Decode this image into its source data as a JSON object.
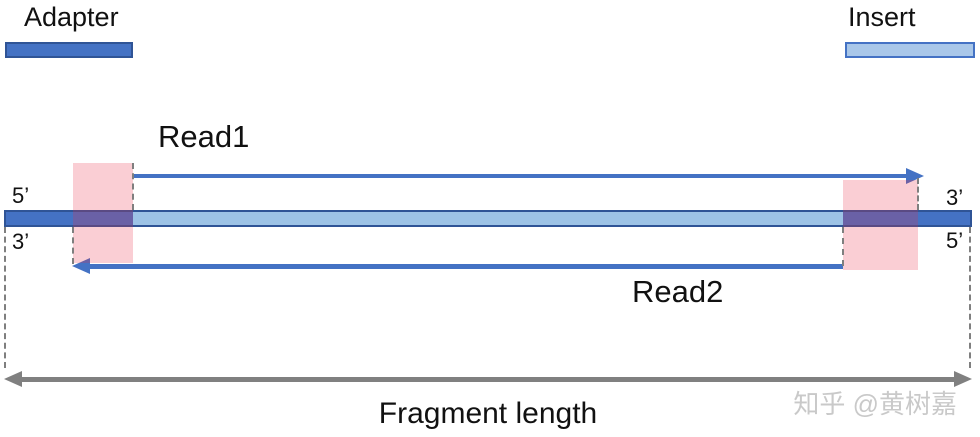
{
  "legend": {
    "adapter_label": "Adapter",
    "insert_label": "Insert"
  },
  "reads": {
    "read1_label": "Read1",
    "read2_label": "Read2"
  },
  "strand_ends": {
    "top_left": "5’",
    "bottom_left": "3’",
    "top_right": "3’",
    "bottom_right": "5’"
  },
  "fragment": {
    "label": "Fragment length"
  },
  "watermark": "知乎 @黄树嘉",
  "colors": {
    "adapter_fill": "#4472C4",
    "adapter_border": "#2F5496",
    "insert_fill": "#9DC3E6",
    "insert_swatch_fill": "#A9C7E9",
    "read_arrow": "#4472C4",
    "pink_overlap": "rgba(233,42,70,0.23)",
    "dashed_guides": "#7F7F7F",
    "fragment_arrow": "#808080",
    "watermark_text": "#C9C9C9",
    "label_text": "#111111"
  }
}
